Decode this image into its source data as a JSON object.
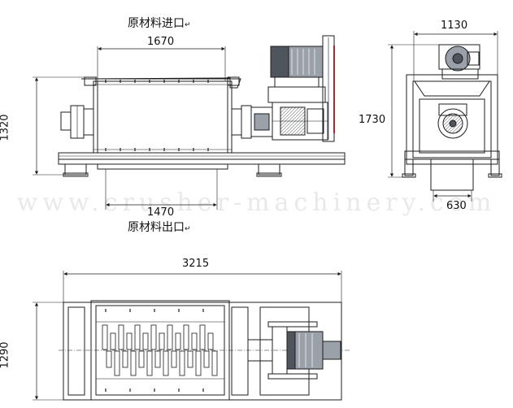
{
  "labels": {
    "inlet": "原材料进口",
    "outlet": "原材料出口",
    "return_mark": "↵"
  },
  "dimensions": {
    "front_length_top": "1670",
    "front_height": "1320",
    "front_outlet_width": "1470",
    "side_width": "1130",
    "side_height": "1730",
    "side_outlet_width": "630",
    "plan_length": "3215",
    "plan_width": "1290"
  },
  "colors": {
    "line": "#1c1c1c",
    "motor_fill": "#9aa1a8",
    "motor_dark": "#4e555c",
    "belt_guard": "#b3262b",
    "watermark": "#e9e9ea"
  }
}
